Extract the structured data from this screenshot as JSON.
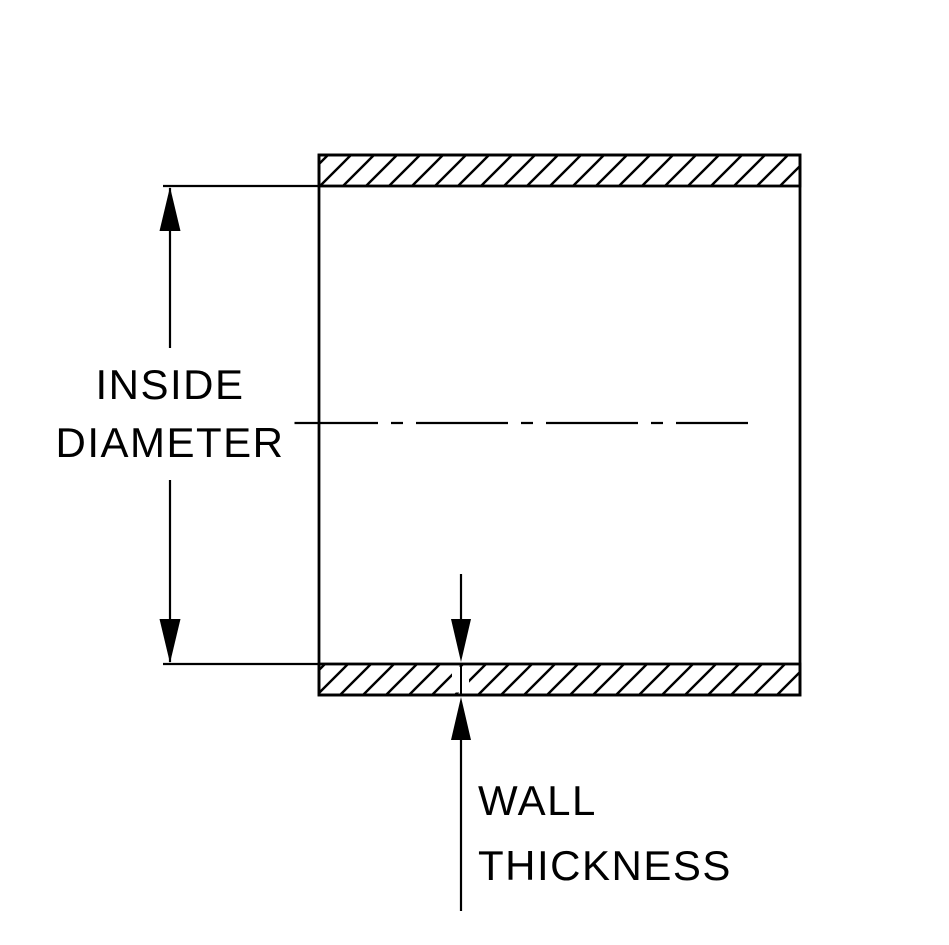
{
  "colors": {
    "line": "#000000",
    "background": "#ffffff"
  },
  "dimensions": {
    "inside_diameter": {
      "line1": "INSIDE",
      "line2": "DIAMETER"
    },
    "wall_thickness": {
      "line1": "WALL",
      "line2": "THICKNESS"
    }
  }
}
